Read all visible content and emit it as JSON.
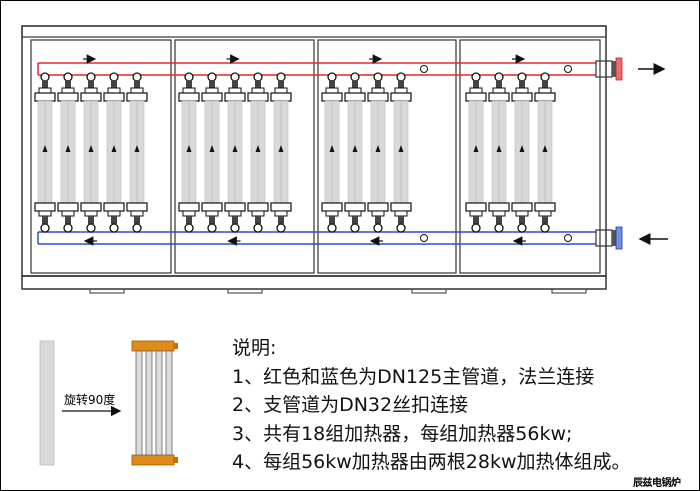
{
  "notes": {
    "heading": "说明:",
    "lines": [
      "1、红色和蓝色为DN125主管道，法兰连接",
      "2、支管道为DN32丝扣连接",
      "3、共有18组加热器，每组加热器56kw;",
      "4、每组56kw加热器由两根28kw加热体组成。"
    ]
  },
  "legend": {
    "rotate_label": "旋转90度"
  },
  "diagram": {
    "colors": {
      "hot_pipe": "#e8262b",
      "cold_pipe": "#2b4fc9",
      "flange_hot": "#ef6a6a",
      "flange_cold": "#6f8fe0",
      "heater_tube": "#d9d9d9",
      "legend_cap": "#e08a1a",
      "frame_line": "#333333"
    },
    "modules": [
      {
        "heaters": 5
      },
      {
        "heaters": 5
      },
      {
        "heaters": 4
      },
      {
        "heaters": 4
      }
    ]
  },
  "watermark": {
    "text": "辰兹电锅炉"
  }
}
